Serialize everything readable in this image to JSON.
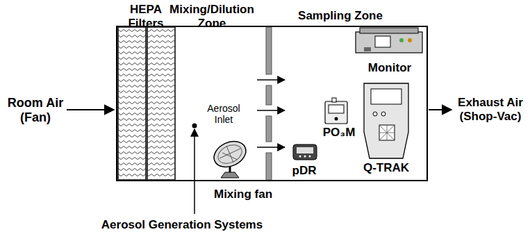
{
  "diagram": {
    "labels": [
      "HEPA Filters",
      "Mixing/Dilution Zone",
      "Sampling Zone",
      "Room Air (Fan)",
      "Aerosol Inlet",
      "Monitor",
      "PO₃M",
      "pDR",
      "Q-TRAK",
      "Exhaust Air (Shop-Vac)",
      "Mixing fan",
      "Aerosol Generation Systems"
    ]
  }
}
